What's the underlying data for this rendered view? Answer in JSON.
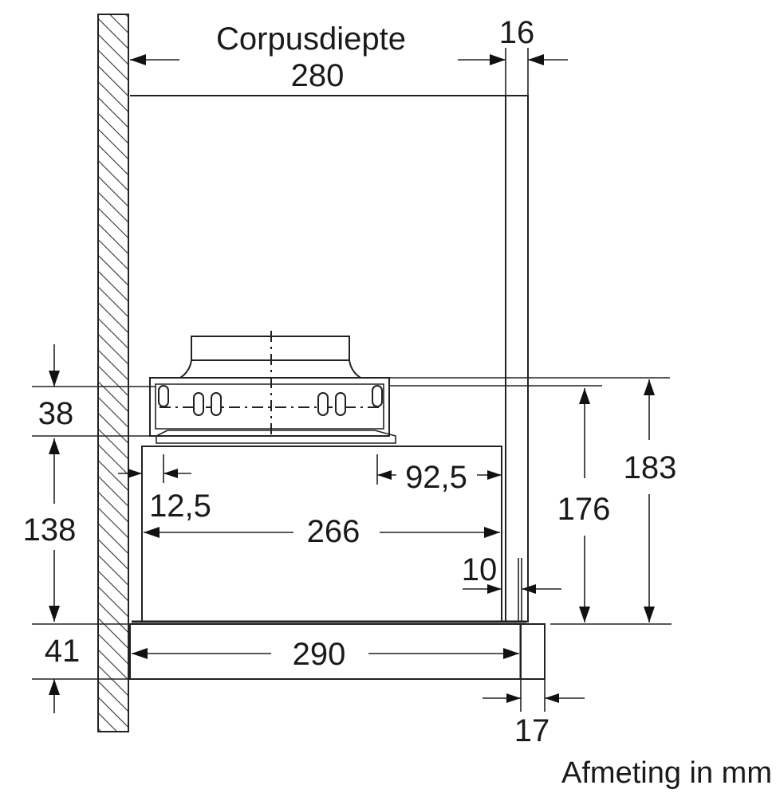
{
  "labels": {
    "corpus_title": "Corpusdiepte",
    "corpus_value": "280",
    "panel_thickness": "16",
    "top_height": "38",
    "body_height": "138",
    "bottom_height": "41",
    "offset_left": "12,5",
    "offset_right": "92,5",
    "inner_width": "266",
    "gap": "10",
    "total_width": "290",
    "front_thickness": "17",
    "height_176": "176",
    "height_183": "183",
    "unit_note": "Afmeting in mm"
  }
}
